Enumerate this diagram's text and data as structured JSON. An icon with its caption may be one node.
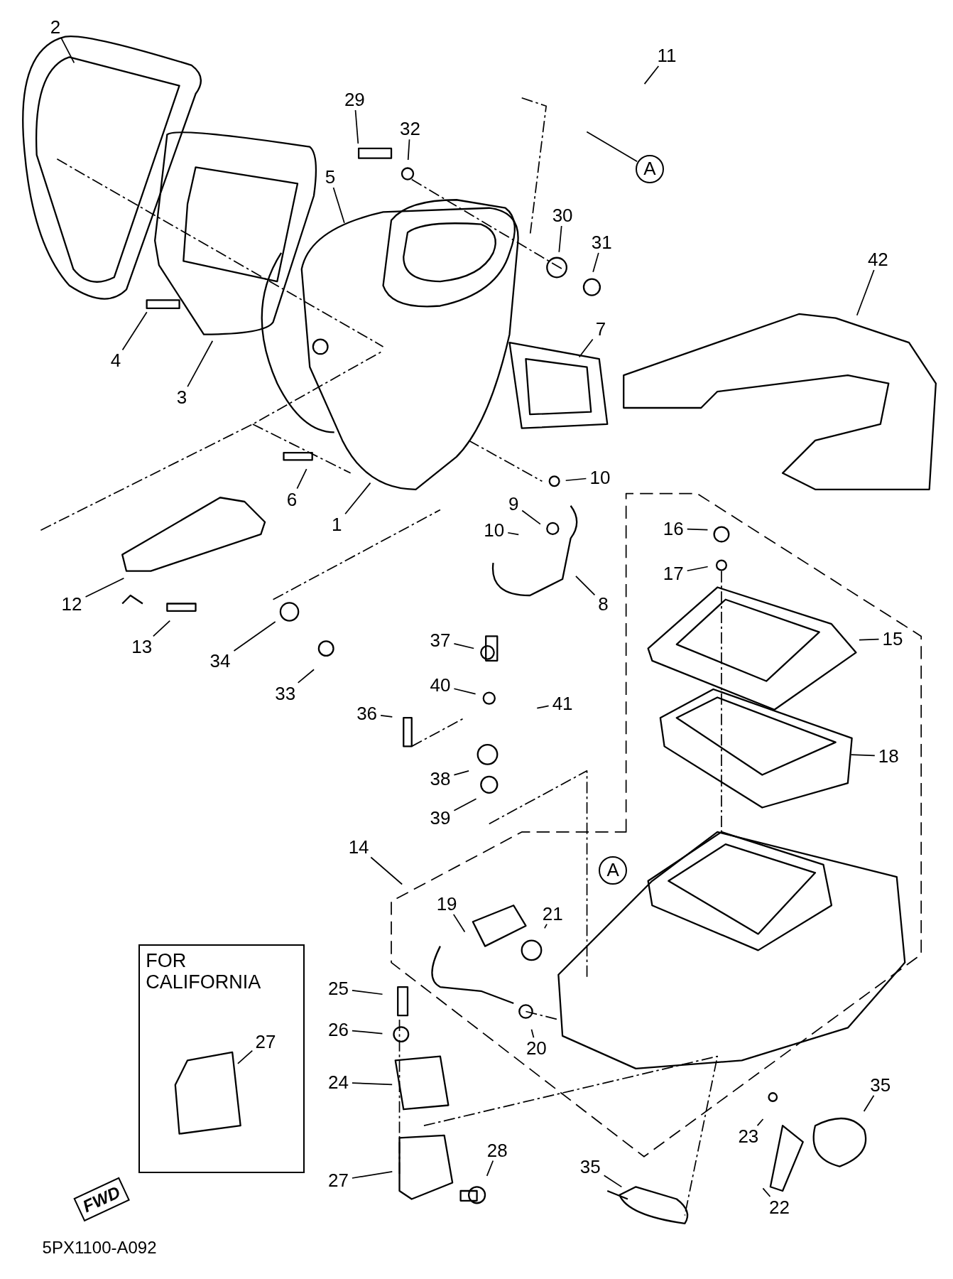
{
  "diagram": {
    "nodes": [
      {
        "text": [
          "2"
        ]
      },
      {
        "text": [
          "11"
        ]
      },
      {
        "text": [
          "29"
        ]
      },
      {
        "text": [
          "32"
        ]
      },
      {
        "text": [
          "5"
        ]
      },
      {
        "text": [
          "A"
        ]
      },
      {
        "text": [
          "30"
        ]
      },
      {
        "text": [
          "31"
        ]
      },
      {
        "text": [
          "42"
        ]
      },
      {
        "text": [
          "4"
        ]
      },
      {
        "text": [
          "7"
        ]
      },
      {
        "text": [
          "3"
        ]
      },
      {
        "text": [
          "6"
        ]
      },
      {
        "text": [
          "10"
        ]
      },
      {
        "text": [
          "1"
        ]
      },
      {
        "text": [
          "9"
        ]
      },
      {
        "text": [
          "10"
        ]
      },
      {
        "text": [
          "16"
        ]
      },
      {
        "text": [
          "17"
        ]
      },
      {
        "text": [
          "12"
        ]
      },
      {
        "text": [
          "8"
        ]
      },
      {
        "text": [
          "15"
        ]
      },
      {
        "text": [
          "13"
        ]
      },
      {
        "text": [
          "34"
        ]
      },
      {
        "text": [
          "37"
        ]
      },
      {
        "text": [
          "33"
        ]
      },
      {
        "text": [
          "40"
        ]
      },
      {
        "text": [
          "36"
        ]
      },
      {
        "text": [
          "41"
        ]
      },
      {
        "text": [
          "18"
        ]
      },
      {
        "text": [
          "38"
        ]
      },
      {
        "text": [
          "39"
        ]
      },
      {
        "text": [
          "14"
        ]
      },
      {
        "text": [
          "A"
        ]
      },
      {
        "text": [
          "19"
        ]
      },
      {
        "text": [
          "21"
        ]
      },
      {
        "text": [
          "FOR CALIFORNIA"
        ]
      },
      {
        "text": [
          "27"
        ],
        "in": 36
      },
      {
        "text": [
          "25"
        ]
      },
      {
        "text": [
          "26"
        ]
      },
      {
        "text": [
          "20"
        ]
      },
      {
        "text": [
          "24"
        ]
      },
      {
        "text": [
          "35"
        ]
      },
      {
        "text": [
          "23"
        ]
      },
      {
        "text": [
          "28"
        ]
      },
      {
        "text": [
          "27"
        ]
      },
      {
        "text": [
          "35"
        ]
      },
      {
        "text": [
          "22"
        ]
      }
    ],
    "edges": [
      {
        "from": 0,
        "to": null,
        "arrow": "none"
      },
      {
        "from": 1,
        "to": null,
        "arrow": "none"
      },
      {
        "from": 2,
        "to": null,
        "arrow": "none"
      },
      {
        "from": 3,
        "to": null,
        "arrow": "none"
      },
      {
        "from": 4,
        "to": null,
        "arrow": "none"
      },
      {
        "from": 5,
        "to": null,
        "arrow": "none"
      },
      {
        "from": 6,
        "to": null,
        "arrow": "none"
      },
      {
        "from": 7,
        "to": null,
        "arrow": "none"
      },
      {
        "from": 8,
        "to": null,
        "arrow": "none"
      },
      {
        "from": 9,
        "to": null,
        "arrow": "none"
      },
      {
        "from": 10,
        "to": null,
        "arrow": "none"
      },
      {
        "from": 11,
        "to": null,
        "arrow": "none"
      },
      {
        "from": 12,
        "to": null,
        "arrow": "none"
      },
      {
        "from": 13,
        "to": null,
        "arrow": "none"
      },
      {
        "from": 14,
        "to": null,
        "arrow": "none"
      },
      {
        "from": 15,
        "to": null,
        "arrow": "none"
      },
      {
        "from": 16,
        "to": null,
        "arrow": "none"
      },
      {
        "from": 17,
        "to": null,
        "arrow": "none"
      },
      {
        "from": 18,
        "to": null,
        "arrow": "none"
      },
      {
        "from": 19,
        "to": null,
        "arrow": "none"
      },
      {
        "from": 20,
        "to": null,
        "arrow": "none"
      },
      {
        "from": 21,
        "to": null,
        "arrow": "none"
      },
      {
        "from": 22,
        "to": null,
        "arrow": "none"
      },
      {
        "from": 23,
        "to": null,
        "arrow": "none"
      },
      {
        "from": 24,
        "to": null,
        "arrow": "none"
      },
      {
        "from": 25,
        "to": null,
        "arrow": "none"
      },
      {
        "from": 26,
        "to": null,
        "arrow": "none"
      },
      {
        "from": 27,
        "to": null,
        "arrow": "none"
      },
      {
        "from": 28,
        "to": null,
        "arrow": "none"
      },
      {
        "from": 29,
        "to": null,
        "arrow": "none"
      },
      {
        "from": 30,
        "to": null,
        "arrow": "none"
      },
      {
        "from": 31,
        "to": null,
        "arrow": "none"
      },
      {
        "from": 32,
        "to": null,
        "arrow": "none"
      },
      {
        "from": 34,
        "to": null,
        "arrow": "none"
      },
      {
        "from": 35,
        "to": null,
        "arrow": "none"
      },
      {
        "from": 37,
        "to": null,
        "arrow": "none"
      },
      {
        "from": 38,
        "to": null,
        "arrow": "none"
      },
      {
        "from": 39,
        "to": null,
        "arrow": "none"
      },
      {
        "from": 40,
        "to": null,
        "arrow": "none"
      },
      {
        "from": 41,
        "to": null,
        "arrow": "none"
      },
      {
        "from": 42,
        "to": null,
        "arrow": "none"
      },
      {
        "from": 43,
        "to": null,
        "arrow": "none"
      },
      {
        "from": 44,
        "to": null,
        "arrow": "none"
      },
      {
        "from": 45,
        "to": null,
        "arrow": "none"
      },
      {
        "from": 46,
        "to": null,
        "arrow": "none"
      },
      {
        "from": 47,
        "to": null,
        "arrow": "none"
      }
    ],
    "labels": [
      "FWD",
      "5PX1100-A092"
    ]
  }
}
